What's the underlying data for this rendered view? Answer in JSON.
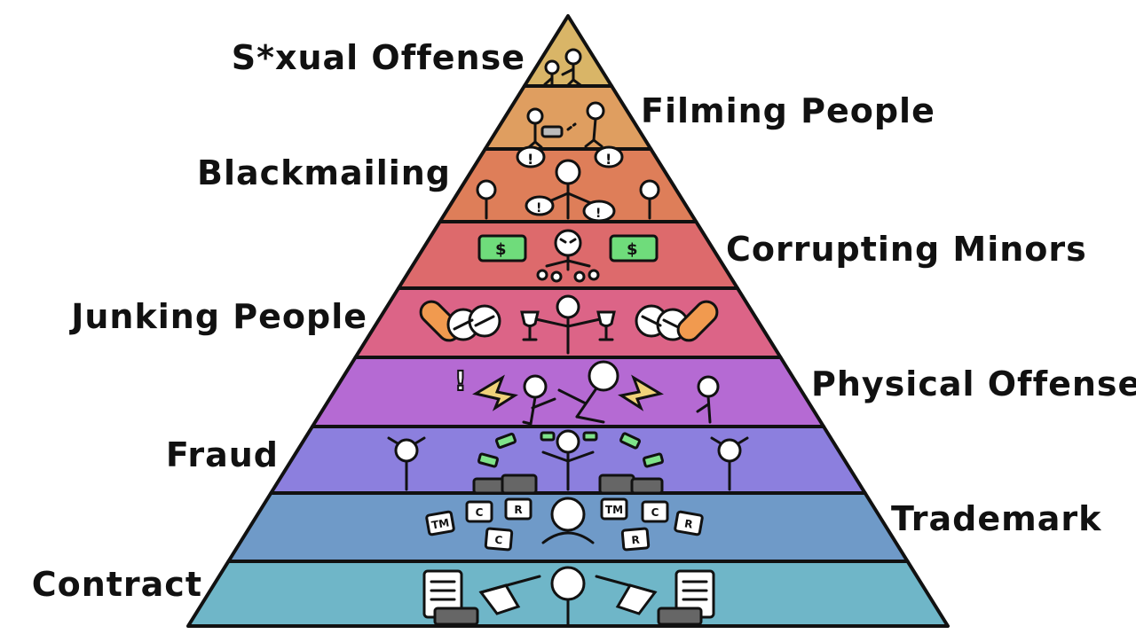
{
  "pyramid": {
    "tiers": [
      {
        "label": "S*xual Offense",
        "color": "#d9b567"
      },
      {
        "label": "Filming People",
        "color": "#df9e60"
      },
      {
        "label": "Blackmailing",
        "color": "#de7e59"
      },
      {
        "label": "Corrupting Minors",
        "color": "#dd6a6c"
      },
      {
        "label": "Junking People",
        "color": "#dc6487"
      },
      {
        "label": "Physical Offense",
        "color": "#b56ad3"
      },
      {
        "label": "Fraud",
        "color": "#8c7fde"
      },
      {
        "label": "Trademark",
        "color": "#6f9ac8"
      },
      {
        "label": "Contract",
        "color": "#6fb6c8"
      }
    ],
    "icons": {
      "trademark_symbols": [
        "TM",
        "C",
        "R",
        "TM",
        "C",
        "R",
        "C",
        "R"
      ],
      "money_symbol": "$",
      "alert_symbol": "!"
    }
  }
}
